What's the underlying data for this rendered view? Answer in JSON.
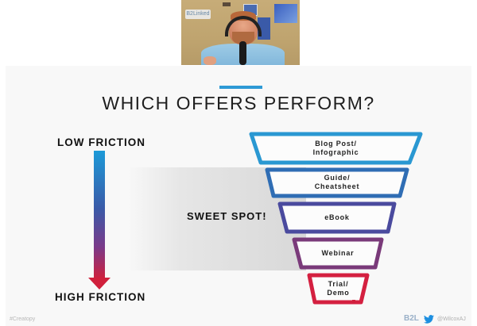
{
  "webcam": {
    "wall_logo_text": "B2Linked",
    "description": "presenter wearing headphones speaking into microphone"
  },
  "slide": {
    "title": "WHICH OFFERS PERFORM?",
    "accent_color": "#2e9ad6",
    "friction_scale": {
      "top_label": "LOW FRICTION",
      "bottom_label": "HIGH FRICTION",
      "gradient_start": "#1c9ad8",
      "gradient_end": "#d0203c"
    },
    "sweet_spot_label": "SWEET SPOT!",
    "funnel": [
      {
        "line1": "Blog Post/",
        "line2": "Infographic",
        "color": "#2a98d2"
      },
      {
        "line1": "Guide/",
        "line2": "Cheatsheet",
        "color": "#2f6db4"
      },
      {
        "line1": "eBook",
        "line2": "",
        "color": "#4a4a9e"
      },
      {
        "line1": "Webinar",
        "line2": "",
        "color": "#7a3a7a"
      },
      {
        "line1": "Trial/",
        "line2": "Demo",
        "color": "#d42040"
      }
    ],
    "footer": {
      "hashtag": "#Creatopy",
      "logo_text": "B2L",
      "twitter_handle": "@WilcoxAJ"
    }
  }
}
